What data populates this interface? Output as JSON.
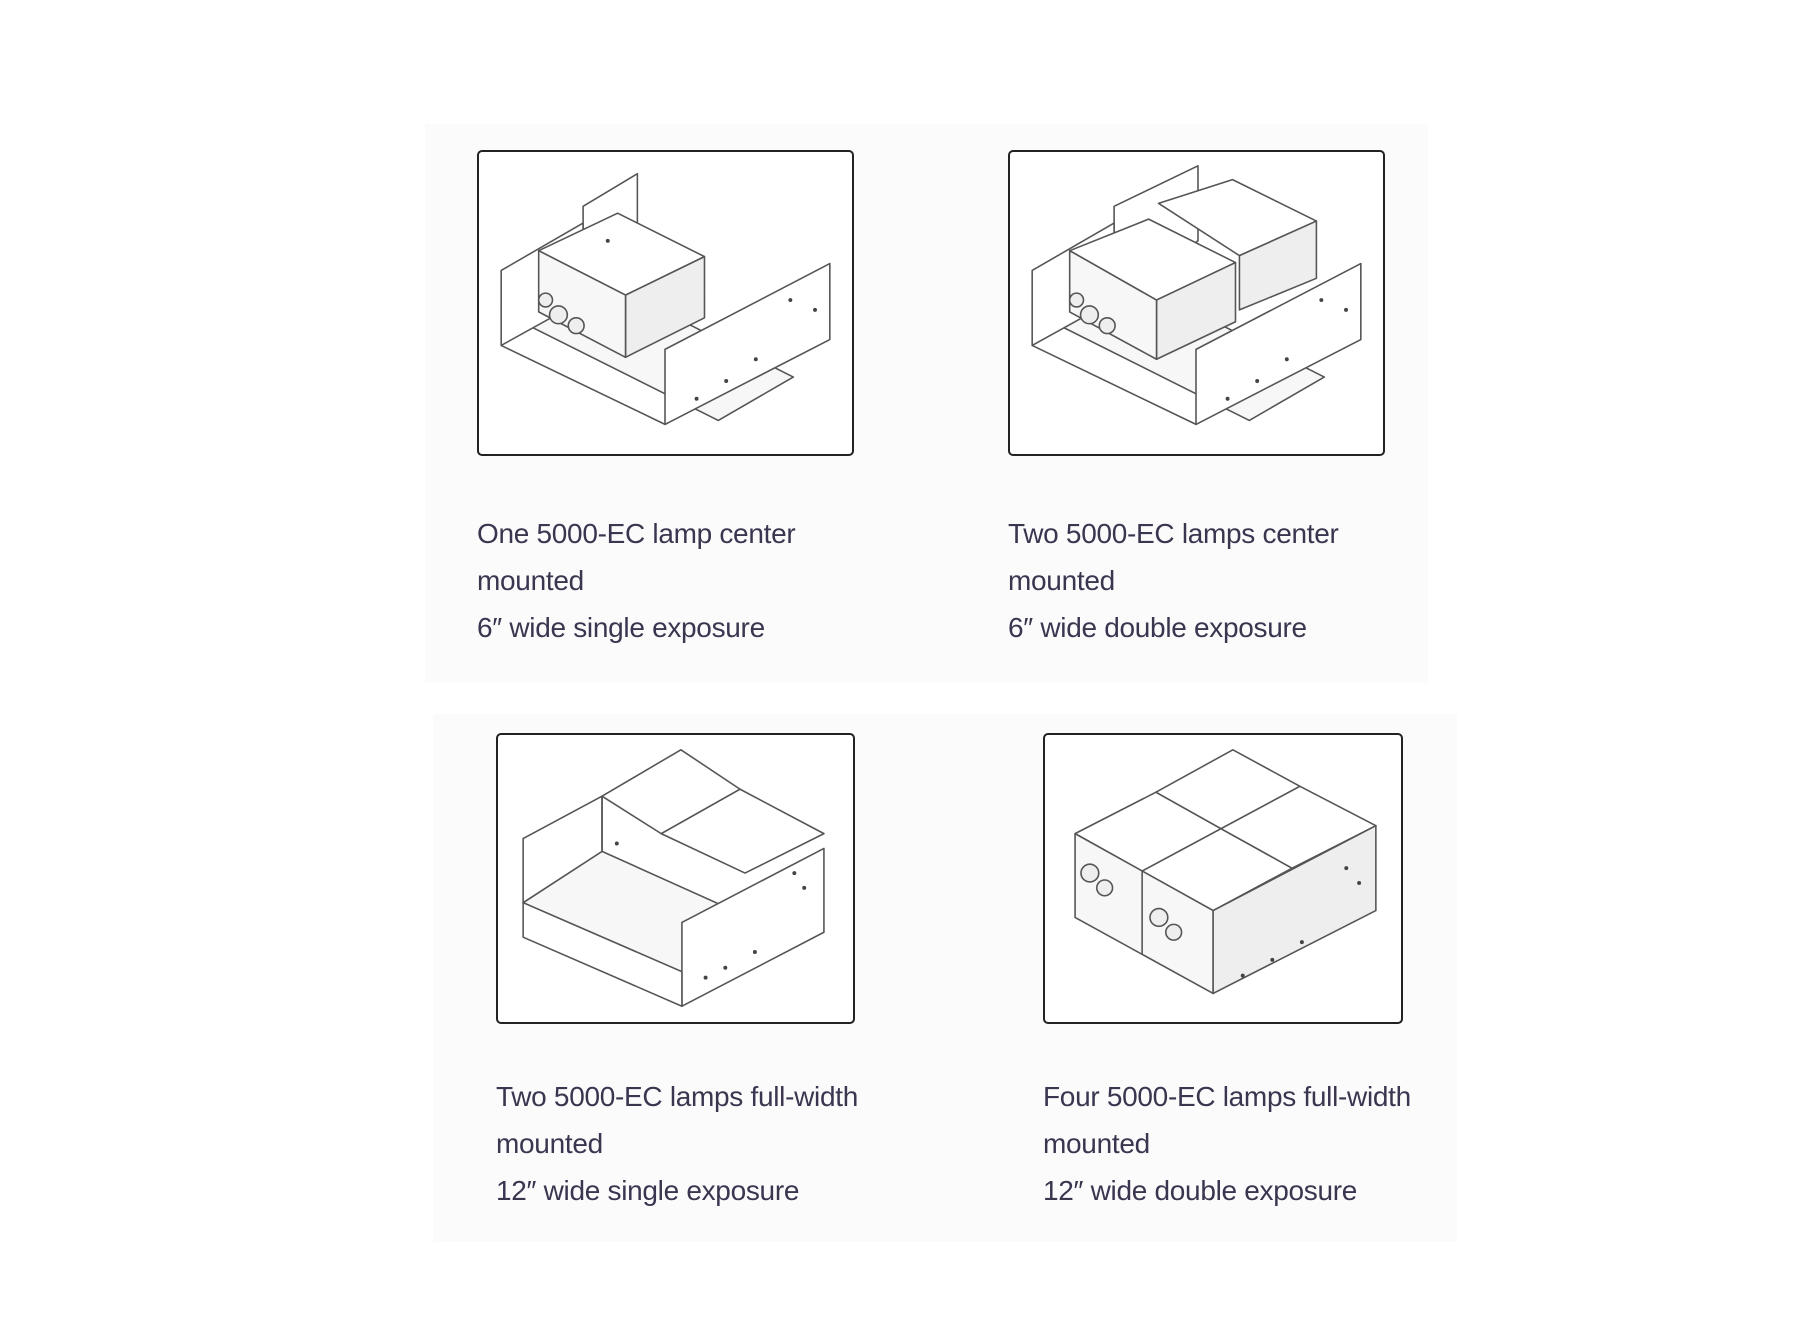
{
  "configurations": [
    {
      "lines": [
        "One 5000-EC lamp center",
        "mounted",
        "6″ wide single exposure"
      ],
      "illustration": "one-lamp-center-mounted"
    },
    {
      "lines": [
        "Two 5000-EC lamps center",
        "mounted",
        "6″ wide double exposure"
      ],
      "illustration": "two-lamps-center-mounted"
    },
    {
      "lines": [
        "Two 5000-EC lamps full-width",
        "mounted",
        "12″ wide single exposure"
      ],
      "illustration": "two-lamps-full-width-mounted"
    },
    {
      "lines": [
        "Four 5000-EC lamps full-width",
        "mounted",
        "12″ wide double exposure"
      ],
      "illustration": "four-lamps-full-width-mounted"
    }
  ]
}
